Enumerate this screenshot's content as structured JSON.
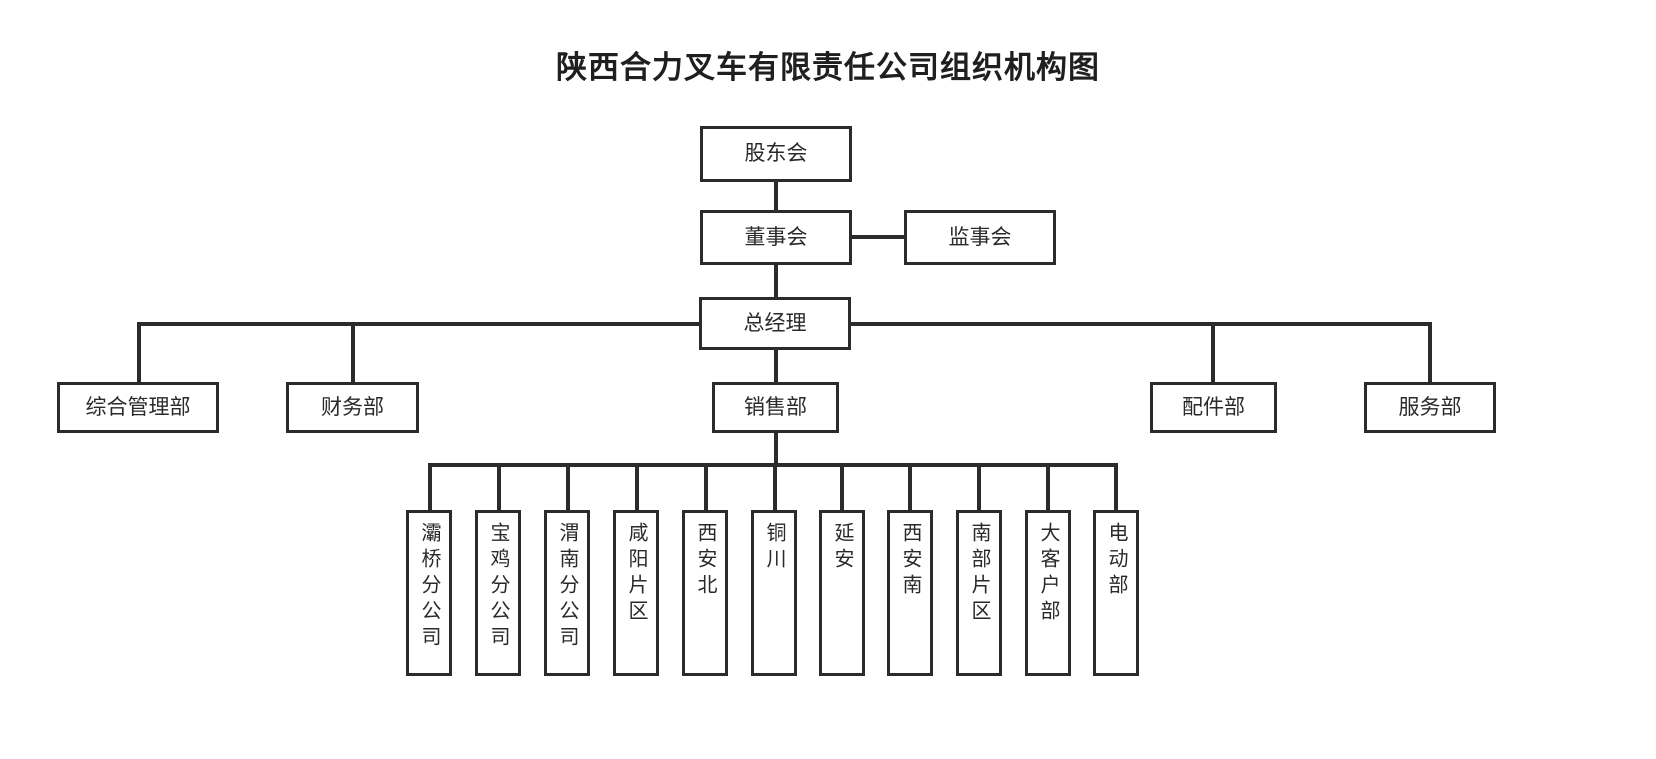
{
  "title": "陕西合力叉车有限责任公司组织机构图",
  "org_chart": {
    "type": "diagram",
    "orientation": "top-down",
    "levels": [
      {
        "level": 1,
        "nodes": [
          {
            "id": "shareholders",
            "label": "股东会"
          }
        ]
      },
      {
        "level": 2,
        "nodes": [
          {
            "id": "board",
            "label": "董事会"
          },
          {
            "id": "supervisors",
            "label": "监事会"
          }
        ]
      },
      {
        "level": 3,
        "nodes": [
          {
            "id": "general-manager",
            "label": "总经理"
          }
        ]
      },
      {
        "level": 4,
        "nodes": [
          {
            "id": "admin",
            "label": "综合管理部"
          },
          {
            "id": "finance",
            "label": "财务部"
          },
          {
            "id": "sales",
            "label": "销售部"
          },
          {
            "id": "parts",
            "label": "配件部"
          },
          {
            "id": "service",
            "label": "服务部"
          }
        ]
      },
      {
        "level": 5,
        "parent": "sales",
        "nodes": [
          {
            "id": "baqiao",
            "label": "灞桥分公司"
          },
          {
            "id": "baoji",
            "label": "宝鸡分公司"
          },
          {
            "id": "weinan",
            "label": "渭南分公司"
          },
          {
            "id": "xianyang",
            "label": "咸阳片区"
          },
          {
            "id": "xian-bei",
            "label": "西安北"
          },
          {
            "id": "tongchuan",
            "label": "铜川"
          },
          {
            "id": "yanan",
            "label": "延安"
          },
          {
            "id": "xian-nan",
            "label": "西安南"
          },
          {
            "id": "nanbu",
            "label": "南部片区"
          },
          {
            "id": "key-account",
            "label": "大客户部"
          },
          {
            "id": "electric",
            "label": "电动部"
          }
        ]
      }
    ]
  },
  "nodes": {
    "shareholders": "股东会",
    "board": "董事会",
    "supervisors": "监事会",
    "general_manager": "总经理",
    "admin": "综合管理部",
    "finance": "财务部",
    "sales": "销售部",
    "parts": "配件部",
    "service": "服务部",
    "branches": [
      "灞桥分公司",
      "宝鸡分公司",
      "渭南分公司",
      "咸阳片区",
      "西安北",
      "铜川",
      "延安",
      "西安南",
      "南部片区",
      "大客户部",
      "电动部"
    ]
  },
  "colors": {
    "border": "#2b2b2b",
    "text": "#2a2a2a",
    "title": "#1f1f1f",
    "background": "#ffffff"
  }
}
